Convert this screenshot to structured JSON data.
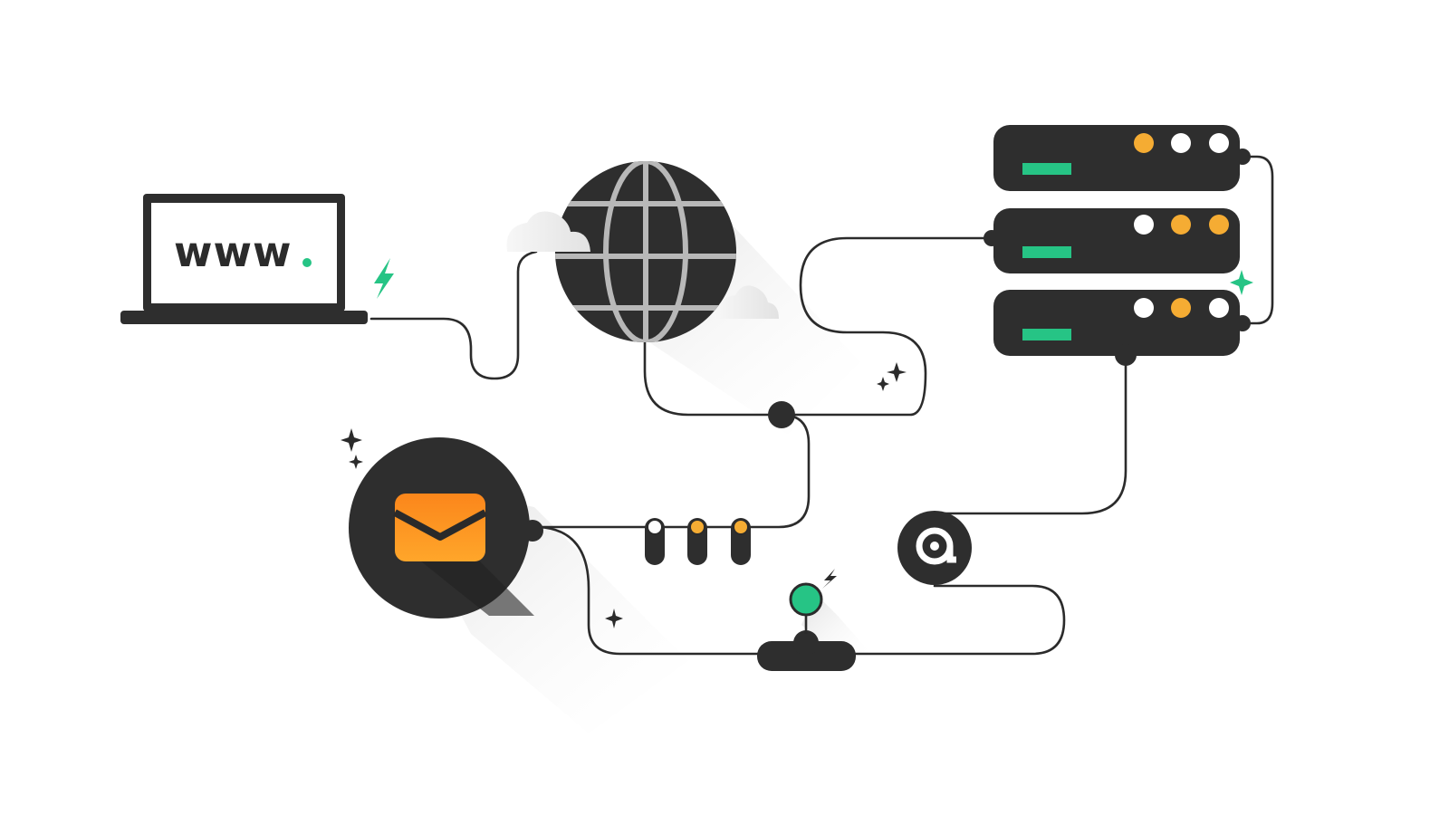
{
  "colors": {
    "dark": "#2e2e2e",
    "wire": "#2b2b2b",
    "green": "#26c485",
    "orange": "#f5ac33",
    "white": "#ffffff",
    "envelope_top": "#fb8a1c",
    "envelope_bottom": "#ffa726",
    "shadow": "#e6e6e6"
  },
  "laptop": {
    "screen_text": "www",
    "screen_dot": ".",
    "bolt_color": "#26c485"
  },
  "globe": {
    "icon": "globe-icon",
    "clouds": 2
  },
  "servers": [
    {
      "leds": [
        "orange",
        "white",
        "white"
      ]
    },
    {
      "leds": [
        "white",
        "orange",
        "orange"
      ]
    },
    {
      "leds": [
        "white",
        "orange",
        "white"
      ]
    }
  ],
  "email": {
    "icon": "envelope-icon"
  },
  "at_node": {
    "symbol": "@"
  },
  "switches": [
    {
      "led": "white"
    },
    {
      "led": "orange"
    },
    {
      "led": "orange"
    }
  ],
  "antenna": {
    "color": "#26c485"
  }
}
